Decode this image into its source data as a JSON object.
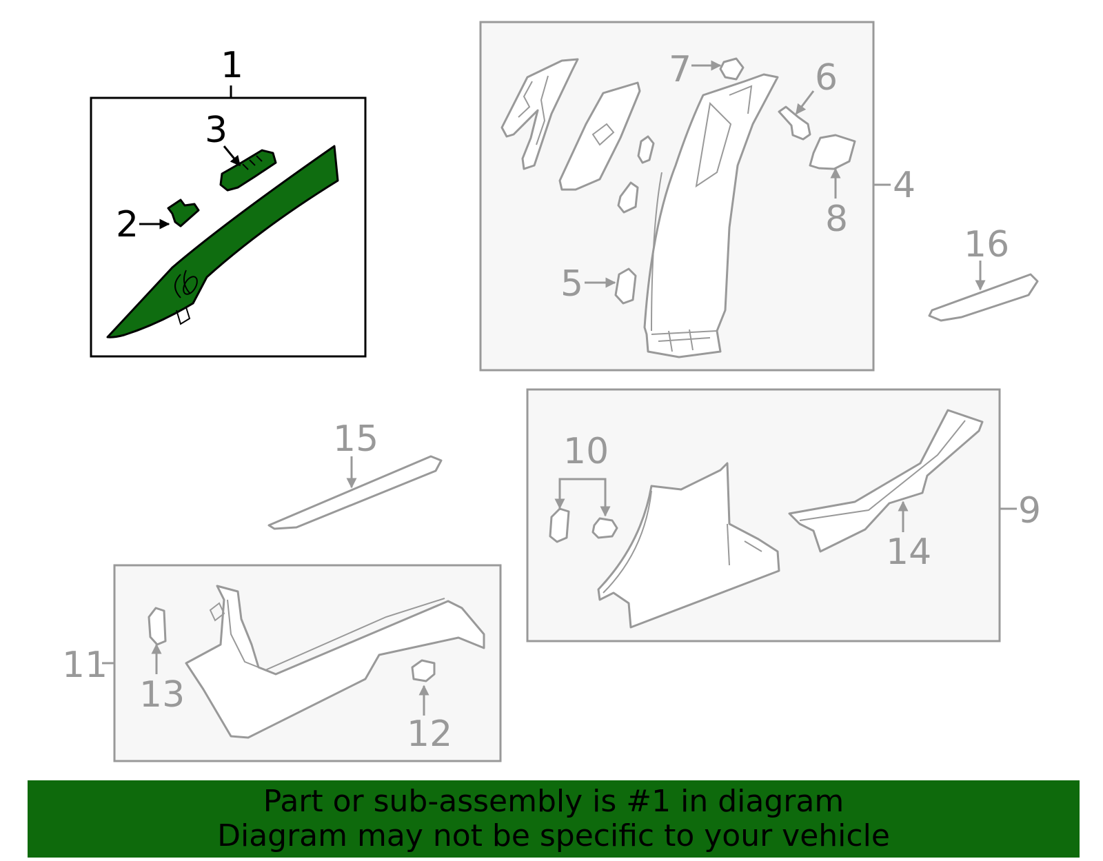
{
  "callouts": {
    "c1": "1",
    "c2": "2",
    "c3": "3",
    "c4": "4",
    "c5": "5",
    "c6": "6",
    "c7": "7",
    "c8": "8",
    "c9": "9",
    "c10": "10",
    "c11": "11",
    "c12": "12",
    "c13": "13",
    "c14": "14",
    "c15": "15",
    "c16": "16"
  },
  "banner": {
    "line1": "Part or sub-assembly is #1 in diagram",
    "line2": "Diagram may not be specific to your vehicle"
  },
  "colors": {
    "highlight": "#0f6d10",
    "banner": "#0e6a0c",
    "inactive": "#999999",
    "active": "#000000"
  }
}
